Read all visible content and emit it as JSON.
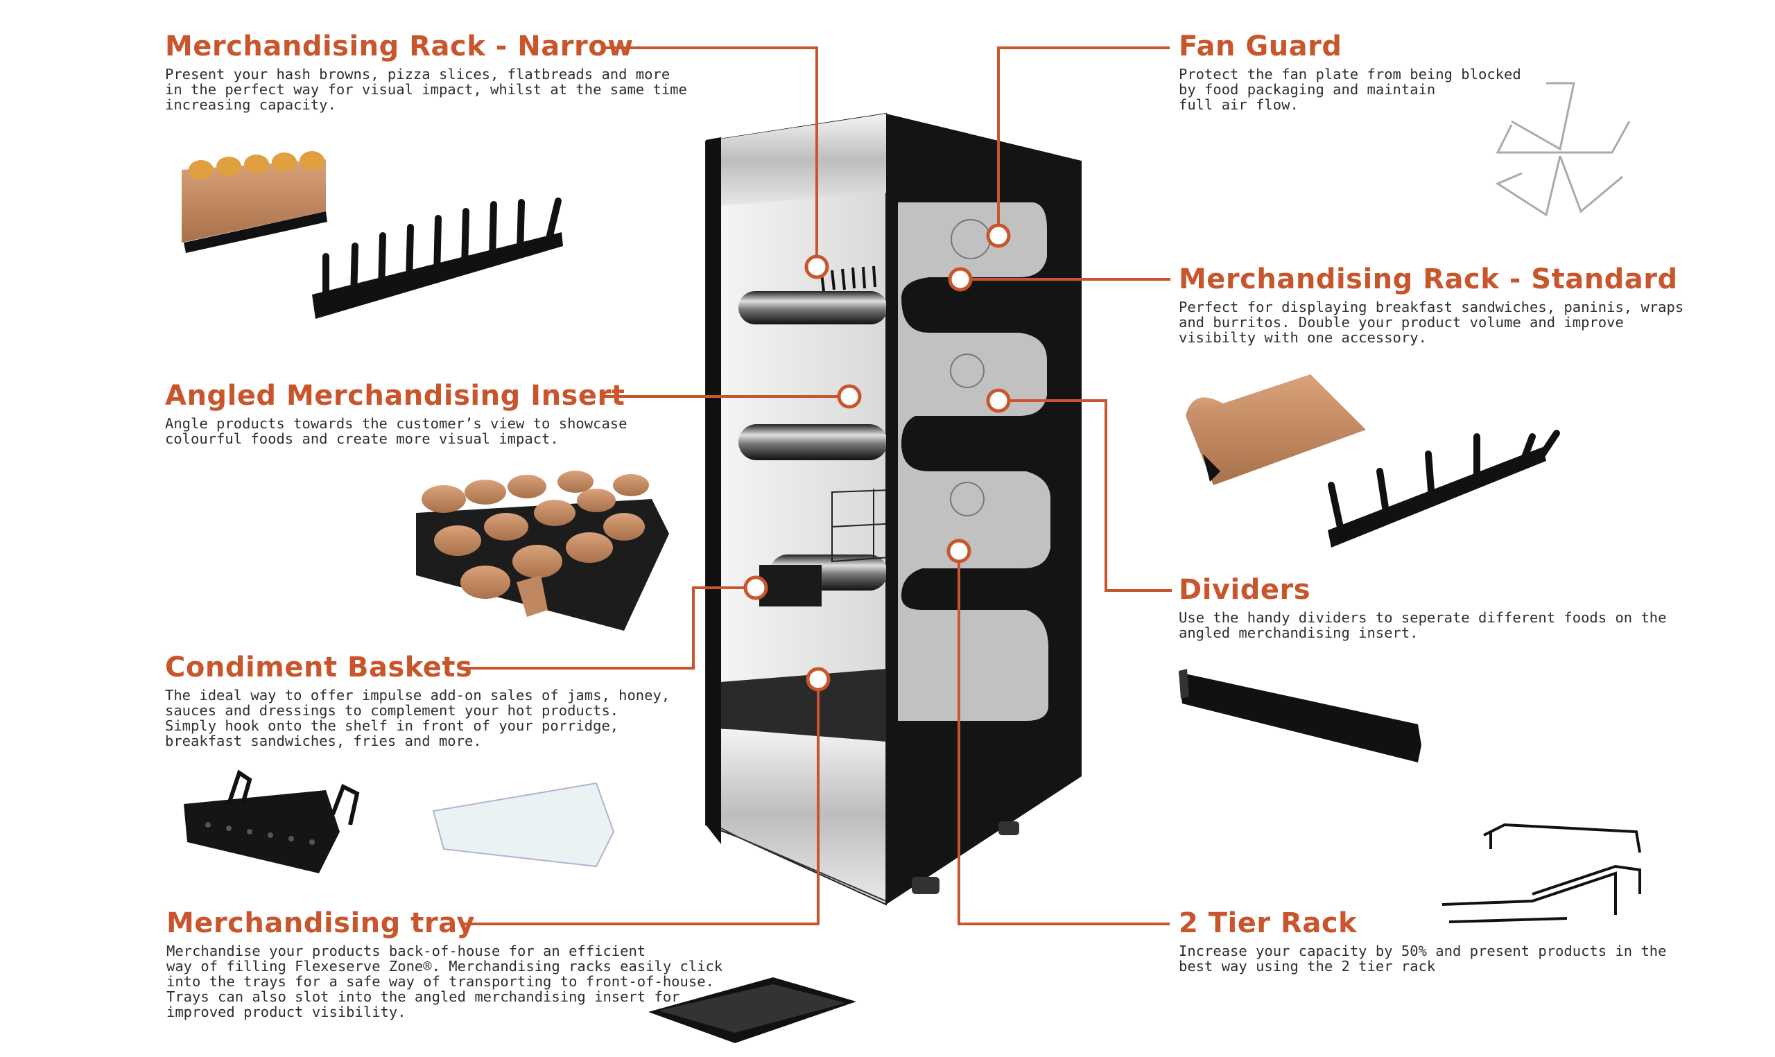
{
  "accent_color": "#c8552b",
  "callouts": {
    "rack_narrow": {
      "title": "Merchandising Rack - Narrow",
      "lines": [
        "Present your hash browns, pizza slices, flatbreads and more",
        "in the perfect way for visual impact, whilst at the same time",
        "increasing capacity."
      ]
    },
    "angled_insert": {
      "title": "Angled Merchandising Insert",
      "lines": [
        "Angle products towards the customer’s view to showcase",
        "colourful foods and create more visual impact."
      ]
    },
    "condiment_baskets": {
      "title": "Condiment Baskets",
      "lines": [
        "The ideal way to offer impulse add-on sales of jams, honey,",
        "sauces and dressings to complement your hot products.",
        "Simply hook onto the shelf in front of your porridge,",
        "breakfast sandwiches, fries and more."
      ]
    },
    "merch_tray": {
      "title": "Merchandising tray",
      "lines": [
        "Merchandise your products back-of-house for an efficient",
        "way of filling Flexeserve Zone®. Merchandising racks easily click",
        "into the trays for a safe way of transporting to front-of-house.",
        "Trays can also slot into the angled merchandising insert for",
        "improved product visibility."
      ]
    },
    "fan_guard": {
      "title": "Fan Guard",
      "lines": [
        "Protect the fan plate from being blocked",
        "by food packaging and maintain",
        "full air flow."
      ]
    },
    "rack_standard": {
      "title": "Merchandising Rack - Standard",
      "lines": [
        "Perfect for displaying breakfast sandwiches, paninis, wraps",
        "and burritos. Double your product volume and improve",
        "visibilty with one accessory."
      ]
    },
    "dividers": {
      "title": "Dividers",
      "lines": [
        "Use the handy dividers to seperate different foods on the",
        "angled merchandising insert."
      ]
    },
    "two_tier": {
      "title": "2 Tier Rack",
      "lines": [
        "Increase your capacity by 50% and present products in the",
        "best way using the 2 tier rack"
      ]
    }
  }
}
